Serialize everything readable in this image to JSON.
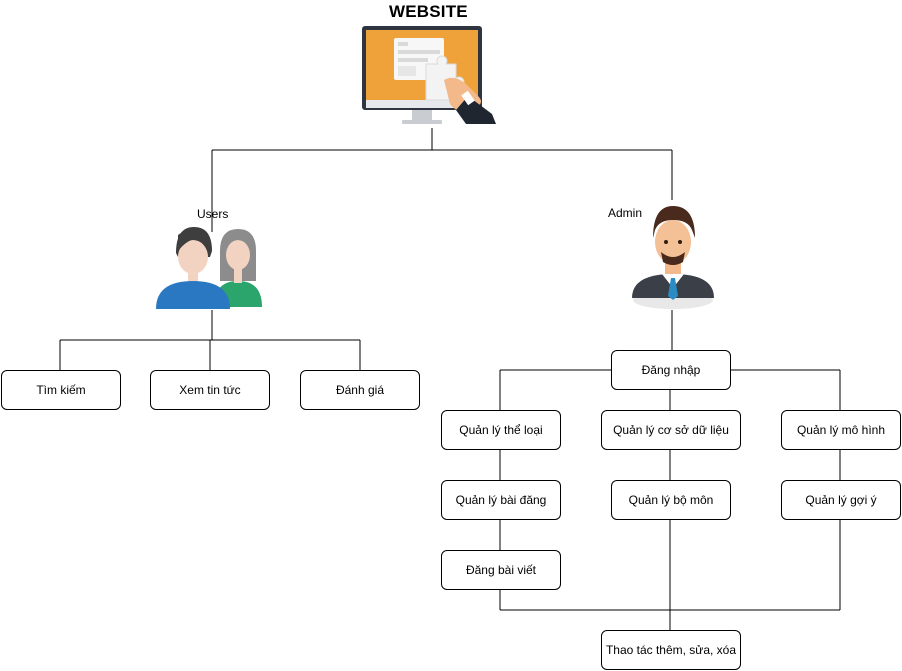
{
  "title": "WEBSITE",
  "roles": {
    "users_label": "Users",
    "admin_label": "Admin"
  },
  "user_actions": {
    "search": "Tìm kiếm",
    "news": "Xem tin tức",
    "rate": "Đánh giá"
  },
  "admin_actions": {
    "login": "Đăng nhập",
    "categories": "Quản lý thể loại",
    "database": "Quản lý cơ sở dữ liệu",
    "models": "Quản lý mô hình",
    "posts": "Quản lý bài đăng",
    "departments": "Quản lý bộ môn",
    "suggestions": "Quản lý gợi ý",
    "write_post": "Đăng bài viết",
    "crud": "Thao tác thêm, sửa, xóa"
  },
  "icons": {
    "website": "monitor-puzzle-icon",
    "users": "users-group-icon",
    "admin": "admin-person-icon"
  },
  "colors": {
    "monitor_screen": "#F0A23A",
    "user_shirt_blue": "#2A78C2",
    "user_shirt_green": "#2BA56B",
    "admin_suit": "#3B4048"
  }
}
